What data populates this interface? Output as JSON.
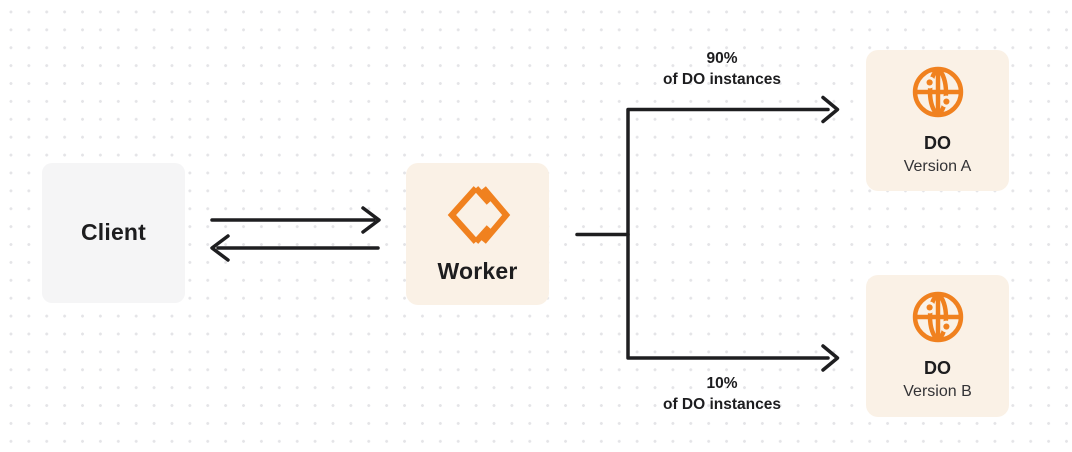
{
  "nodes": {
    "client": {
      "label": "Client"
    },
    "worker": {
      "label": "Worker"
    },
    "do_version_a": {
      "title": "DO",
      "subtitle": "Version A"
    },
    "do_version_b": {
      "title": "DO",
      "subtitle": "Version B"
    }
  },
  "edge_labels": {
    "to_version_a": {
      "percent": "90%",
      "caption": "of DO instances"
    },
    "to_version_b": {
      "percent": "10%",
      "caption": "of DO instances"
    }
  },
  "icons": {
    "worker": "workers-icon",
    "durable_object": "globe-icon"
  },
  "colors": {
    "accent_orange": "#F0811F",
    "node_cream": "#FAF1E6",
    "node_gray": "#F5F5F6",
    "line_dark": "#1E1E20",
    "text_dark": "#1D1D1F",
    "text_sub": "#333336",
    "dot_grid": "#E4E4E7"
  }
}
